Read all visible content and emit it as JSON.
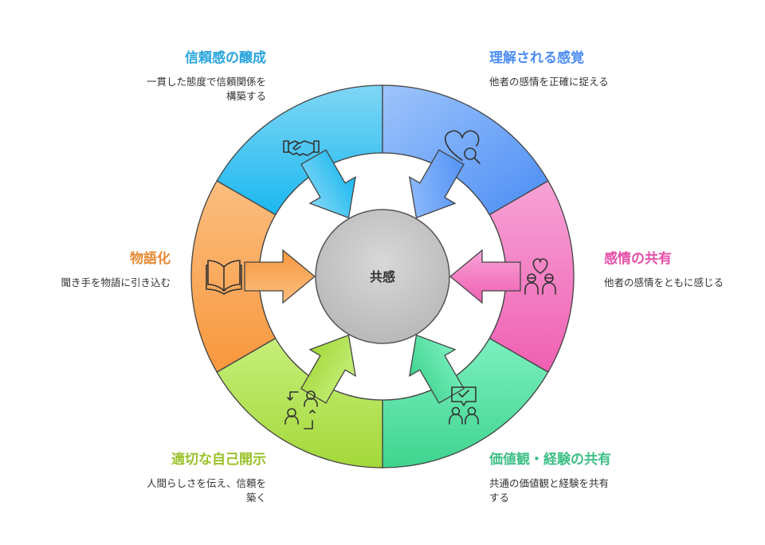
{
  "center": {
    "label": "共感"
  },
  "segments": [
    {
      "id": "trust",
      "title": "信頼感の醸成",
      "desc": "一貫した態度で信頼関係を構築する",
      "color": "#3aaee0"
    },
    {
      "id": "understood",
      "title": "理解される感覚",
      "desc": "他者の感情を正確に捉える",
      "color": "#4d8df2"
    },
    {
      "id": "share_emotion",
      "title": "感情の共有",
      "desc": "他者の感情をともに感じる",
      "color": "#e64fa9"
    },
    {
      "id": "share_values",
      "title": "価値観・経験の共有",
      "desc": "共通の価値観と経験を共有する",
      "color": "#39c98a"
    },
    {
      "id": "disclosure",
      "title": "適切な自己開示",
      "desc": "人間らしさを伝え、信頼を築く",
      "color": "#9dc32a"
    },
    {
      "id": "story",
      "title": "物語化",
      "desc": "聞き手を物語に引き込む",
      "color": "#e58a34"
    }
  ],
  "icons": [
    "handshake-icon",
    "heart-search-icon",
    "heart-people-icon",
    "chat-check-people-icon",
    "exchange-people-icon",
    "open-book-icon"
  ]
}
